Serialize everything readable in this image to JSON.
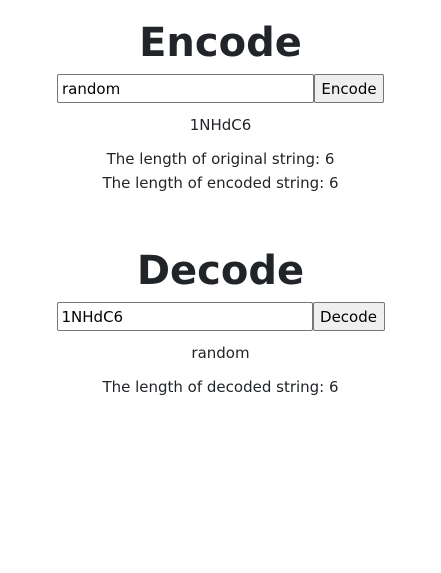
{
  "encode": {
    "title": "Encode",
    "input_value": "random",
    "button_label": "Encode",
    "result": "1NHdC6",
    "original_length_label": "The length of original string: 6",
    "encoded_length_label": "The length of encoded string: 6"
  },
  "decode": {
    "title": "Decode",
    "input_value": "1NHdC6",
    "button_label": "Decode",
    "result": "random",
    "decoded_length_label": "The length of decoded string: 6"
  }
}
